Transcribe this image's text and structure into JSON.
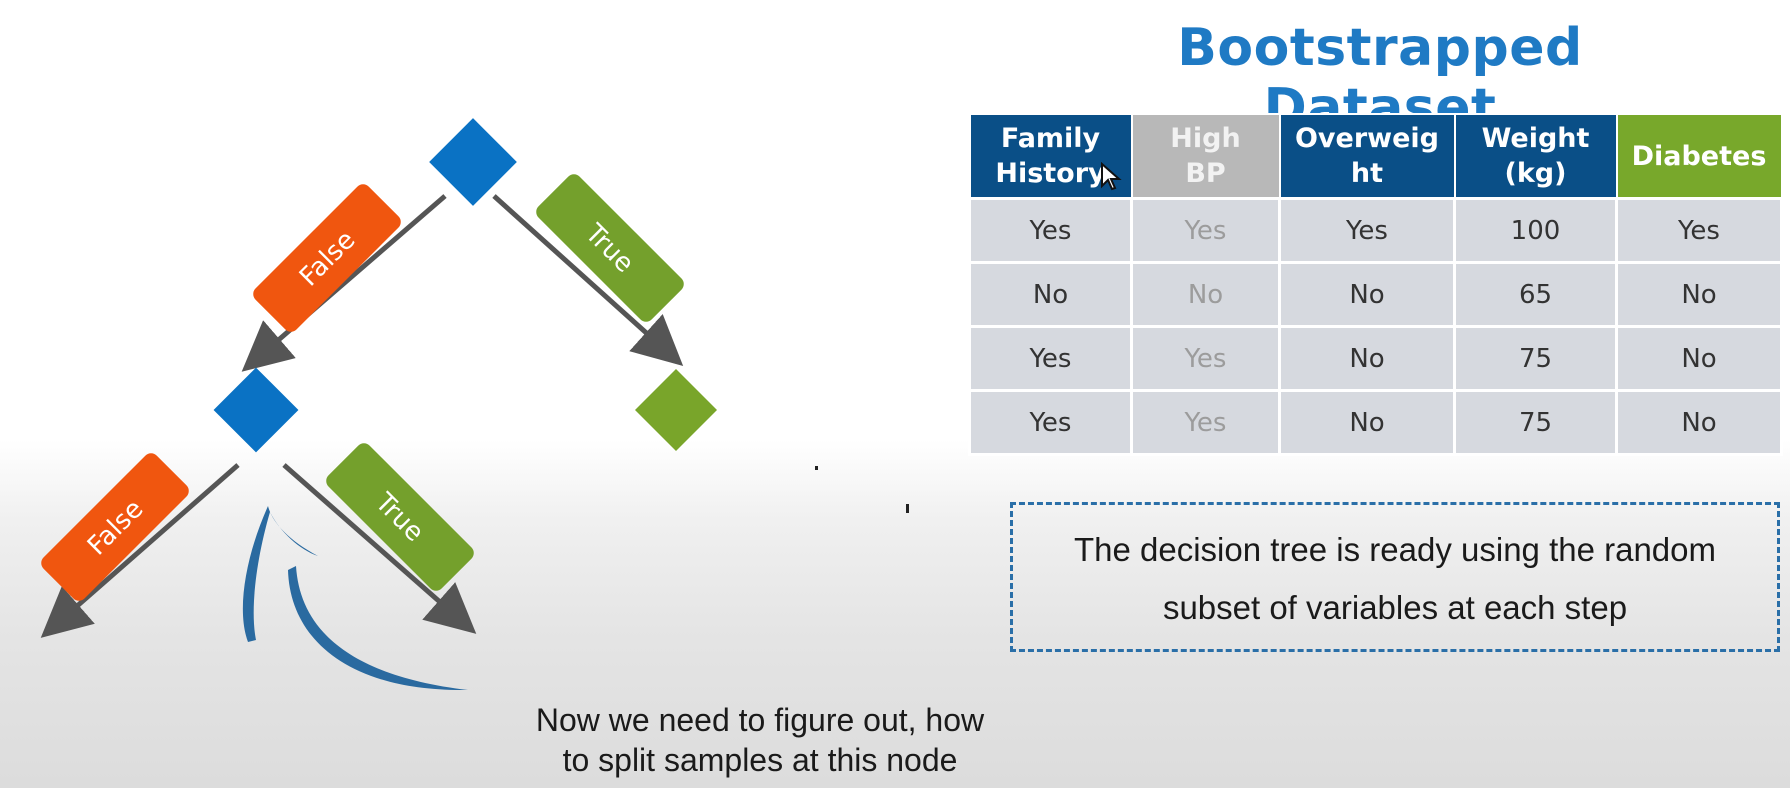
{
  "title": "Bootstrapped Dataset",
  "table": {
    "headers": [
      {
        "line1": "Family",
        "line2": "History",
        "style": "blue"
      },
      {
        "line1": "High",
        "line2": "BP",
        "style": "grey"
      },
      {
        "line1": "Overweig",
        "line2": "ht",
        "style": "blue"
      },
      {
        "line1": "Weight",
        "line2": "(kg)",
        "style": "blue"
      },
      {
        "line1": "Diabetes",
        "line2": "",
        "style": "green"
      }
    ],
    "rows": [
      [
        "Yes",
        "Yes",
        "Yes",
        "100",
        "Yes"
      ],
      [
        "No",
        "No",
        "No",
        "65",
        "No"
      ],
      [
        "Yes",
        "Yes",
        "No",
        "75",
        "No"
      ],
      [
        "Yes",
        "Yes",
        "No",
        "75",
        "No"
      ]
    ],
    "muted_column": 1
  },
  "tree": {
    "labels": {
      "false": "False",
      "true": "True"
    },
    "colors": {
      "node_blue": "#0a72c4",
      "node_green": "#79a52a",
      "false_label": "#f0560f",
      "true_label": "#74a02c",
      "arrow": "#555555",
      "pointer_stroke": "#2a6aa0"
    }
  },
  "note": {
    "line1": "The decision tree is ready using the random",
    "line2": "subset of variables at each step"
  },
  "caption": {
    "line1": "Now we need to figure out, how",
    "line2": "to split samples at this node"
  }
}
